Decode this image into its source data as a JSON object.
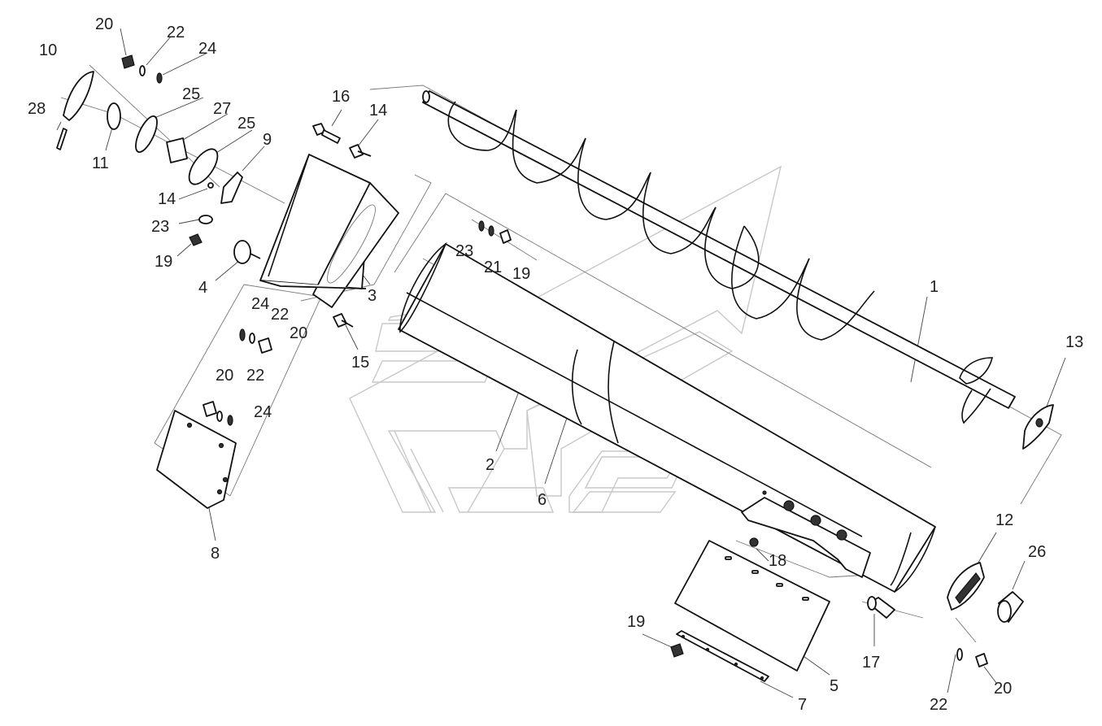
{
  "labels": [
    {
      "id": "l20a",
      "text": "20"
    },
    {
      "id": "l22a",
      "text": "22"
    },
    {
      "id": "l24a",
      "text": "24"
    },
    {
      "id": "l10",
      "text": "10"
    },
    {
      "id": "l25a",
      "text": "25"
    },
    {
      "id": "l28",
      "text": "28"
    },
    {
      "id": "l27",
      "text": "27"
    },
    {
      "id": "l25b",
      "text": "25"
    },
    {
      "id": "l9",
      "text": "9"
    },
    {
      "id": "l11",
      "text": "11"
    },
    {
      "id": "l16",
      "text": "16"
    },
    {
      "id": "l14a",
      "text": "14"
    },
    {
      "id": "l14b",
      "text": "14"
    },
    {
      "id": "l23a",
      "text": "23"
    },
    {
      "id": "l19a",
      "text": "19"
    },
    {
      "id": "l4",
      "text": "4"
    },
    {
      "id": "l3",
      "text": "3"
    },
    {
      "id": "l23b",
      "text": "23"
    },
    {
      "id": "l21",
      "text": "21"
    },
    {
      "id": "l19b",
      "text": "19"
    },
    {
      "id": "l24b",
      "text": "24"
    },
    {
      "id": "l22b",
      "text": "22"
    },
    {
      "id": "l20b",
      "text": "20"
    },
    {
      "id": "l15",
      "text": "15"
    },
    {
      "id": "l20c",
      "text": "20"
    },
    {
      "id": "l22c",
      "text": "22"
    },
    {
      "id": "l24c",
      "text": "24"
    },
    {
      "id": "l1",
      "text": "1"
    },
    {
      "id": "l13",
      "text": "13"
    },
    {
      "id": "l2",
      "text": "2"
    },
    {
      "id": "l6",
      "text": "6"
    },
    {
      "id": "l8",
      "text": "8"
    },
    {
      "id": "l12",
      "text": "12"
    },
    {
      "id": "l26",
      "text": "26"
    },
    {
      "id": "l18",
      "text": "18"
    },
    {
      "id": "l19c",
      "text": "19"
    },
    {
      "id": "l17",
      "text": "17"
    },
    {
      "id": "l5",
      "text": "5"
    },
    {
      "id": "l7",
      "text": "7"
    },
    {
      "id": "l22d",
      "text": "22"
    },
    {
      "id": "l20d",
      "text": "20"
    }
  ]
}
